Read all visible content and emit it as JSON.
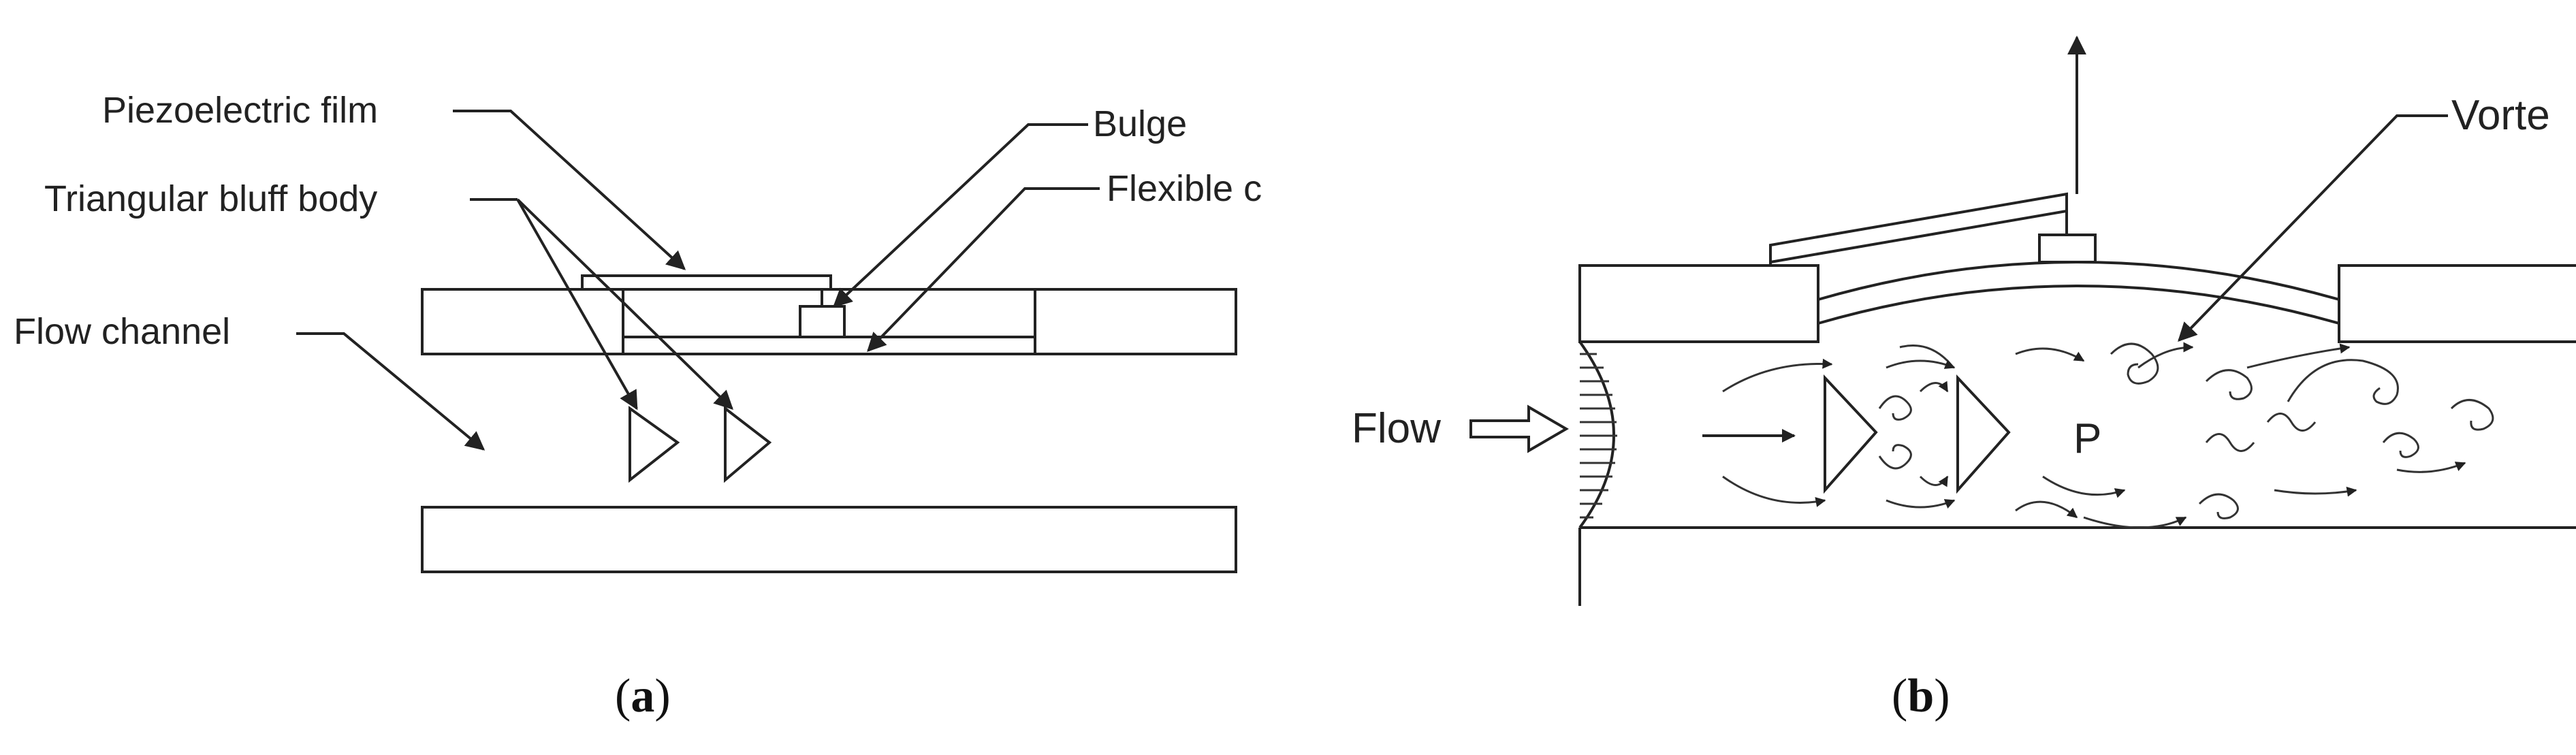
{
  "panel_a": {
    "piezo_label": "Piezoelectric film",
    "bluff_label": "Triangular bluff body",
    "channel_label": "Flow channel",
    "bulge_label": "Bulge",
    "flexible_label": "Flexible c",
    "caption_open": "(",
    "caption_letter": "a",
    "caption_close": ")"
  },
  "panel_b": {
    "flow_label": "Flow",
    "vortex_label": "Vorte",
    "pressure_label": "P",
    "caption_open": "(",
    "caption_letter": "b",
    "caption_close": ")"
  }
}
